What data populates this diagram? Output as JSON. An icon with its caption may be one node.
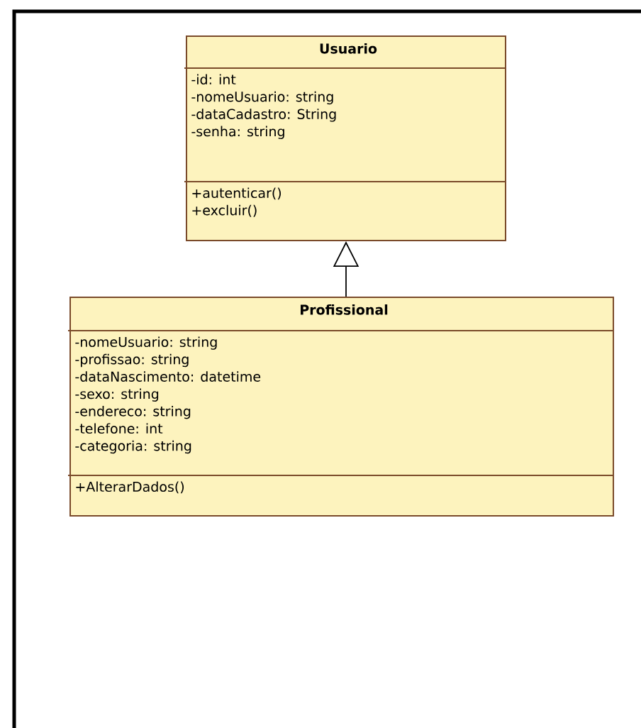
{
  "diagram": {
    "nodes": [
      {
        "text": [
          "Usuario"
        ]
      },
      {
        "text": [
          "-id: int",
          "-nomeUsuario: string",
          "-dataCadastro: String",
          "-senha: string"
        ],
        "in": 0
      },
      {
        "text": [
          "+autenticar()",
          "+excluir()"
        ],
        "in": 0
      },
      {
        "text": [
          "Profissional"
        ]
      },
      {
        "text": [
          "-nomeUsuario: string",
          "-profissao: string",
          "-dataNascimento: datetime",
          "-sexo: string",
          "-endereco: string",
          "-telefone: int",
          "-categoria: string"
        ],
        "in": 3
      },
      {
        "text": [
          "+AlterarDados()"
        ],
        "in": 3
      }
    ],
    "edges": [
      {
        "from": 3,
        "to": 0,
        "arrow": "to"
      }
    ]
  }
}
